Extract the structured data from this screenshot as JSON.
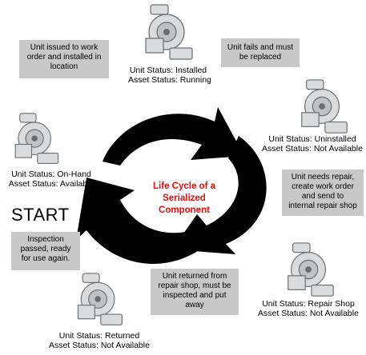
{
  "diagram": {
    "center_title": [
      "Life Cycle of a",
      "Serialized",
      "Component"
    ],
    "start_label": "START",
    "stages": [
      {
        "id": "installed",
        "lines": [
          "Unit Status: Installed",
          "Asset Status: Running"
        ],
        "icon": "pump-icon"
      },
      {
        "id": "uninstalled",
        "lines": [
          "Unit Status:",
          "Uninstalled",
          "Asset Status: Not Available"
        ],
        "icon": "pump-icon"
      },
      {
        "id": "repair-shop",
        "lines": [
          "Unit Status: Repair Shop",
          "Asset Status: Not Available"
        ],
        "icon": "pump-icon"
      },
      {
        "id": "returned",
        "lines": [
          "Unit Status: Returned",
          "Asset Status: Not Available"
        ],
        "icon": "pump-icon"
      },
      {
        "id": "on-hand",
        "lines": [
          "Unit Status: On-Hand",
          "Asset Status: Available"
        ],
        "icon": "pump-icon"
      }
    ],
    "notes": [
      {
        "id": "issued",
        "lines": [
          "Unit issued to work",
          "order and installed in",
          "location"
        ]
      },
      {
        "id": "fails",
        "lines": [
          "Unit fails and must",
          "be replaced"
        ]
      },
      {
        "id": "needs-repair",
        "lines": [
          "Unit needs repair,",
          "create work order",
          "and send to",
          "internal repair shop"
        ]
      },
      {
        "id": "returned-from-repair",
        "lines": [
          "Unit returned from",
          "repair shop, must be",
          "inspected and put",
          "away"
        ]
      },
      {
        "id": "inspection",
        "lines": [
          "Inspection",
          "passed, ready",
          "for use again."
        ]
      }
    ],
    "colors": {
      "arrow": "#000000",
      "title": "#e31010",
      "note_bg": "#c8c8c8"
    }
  }
}
